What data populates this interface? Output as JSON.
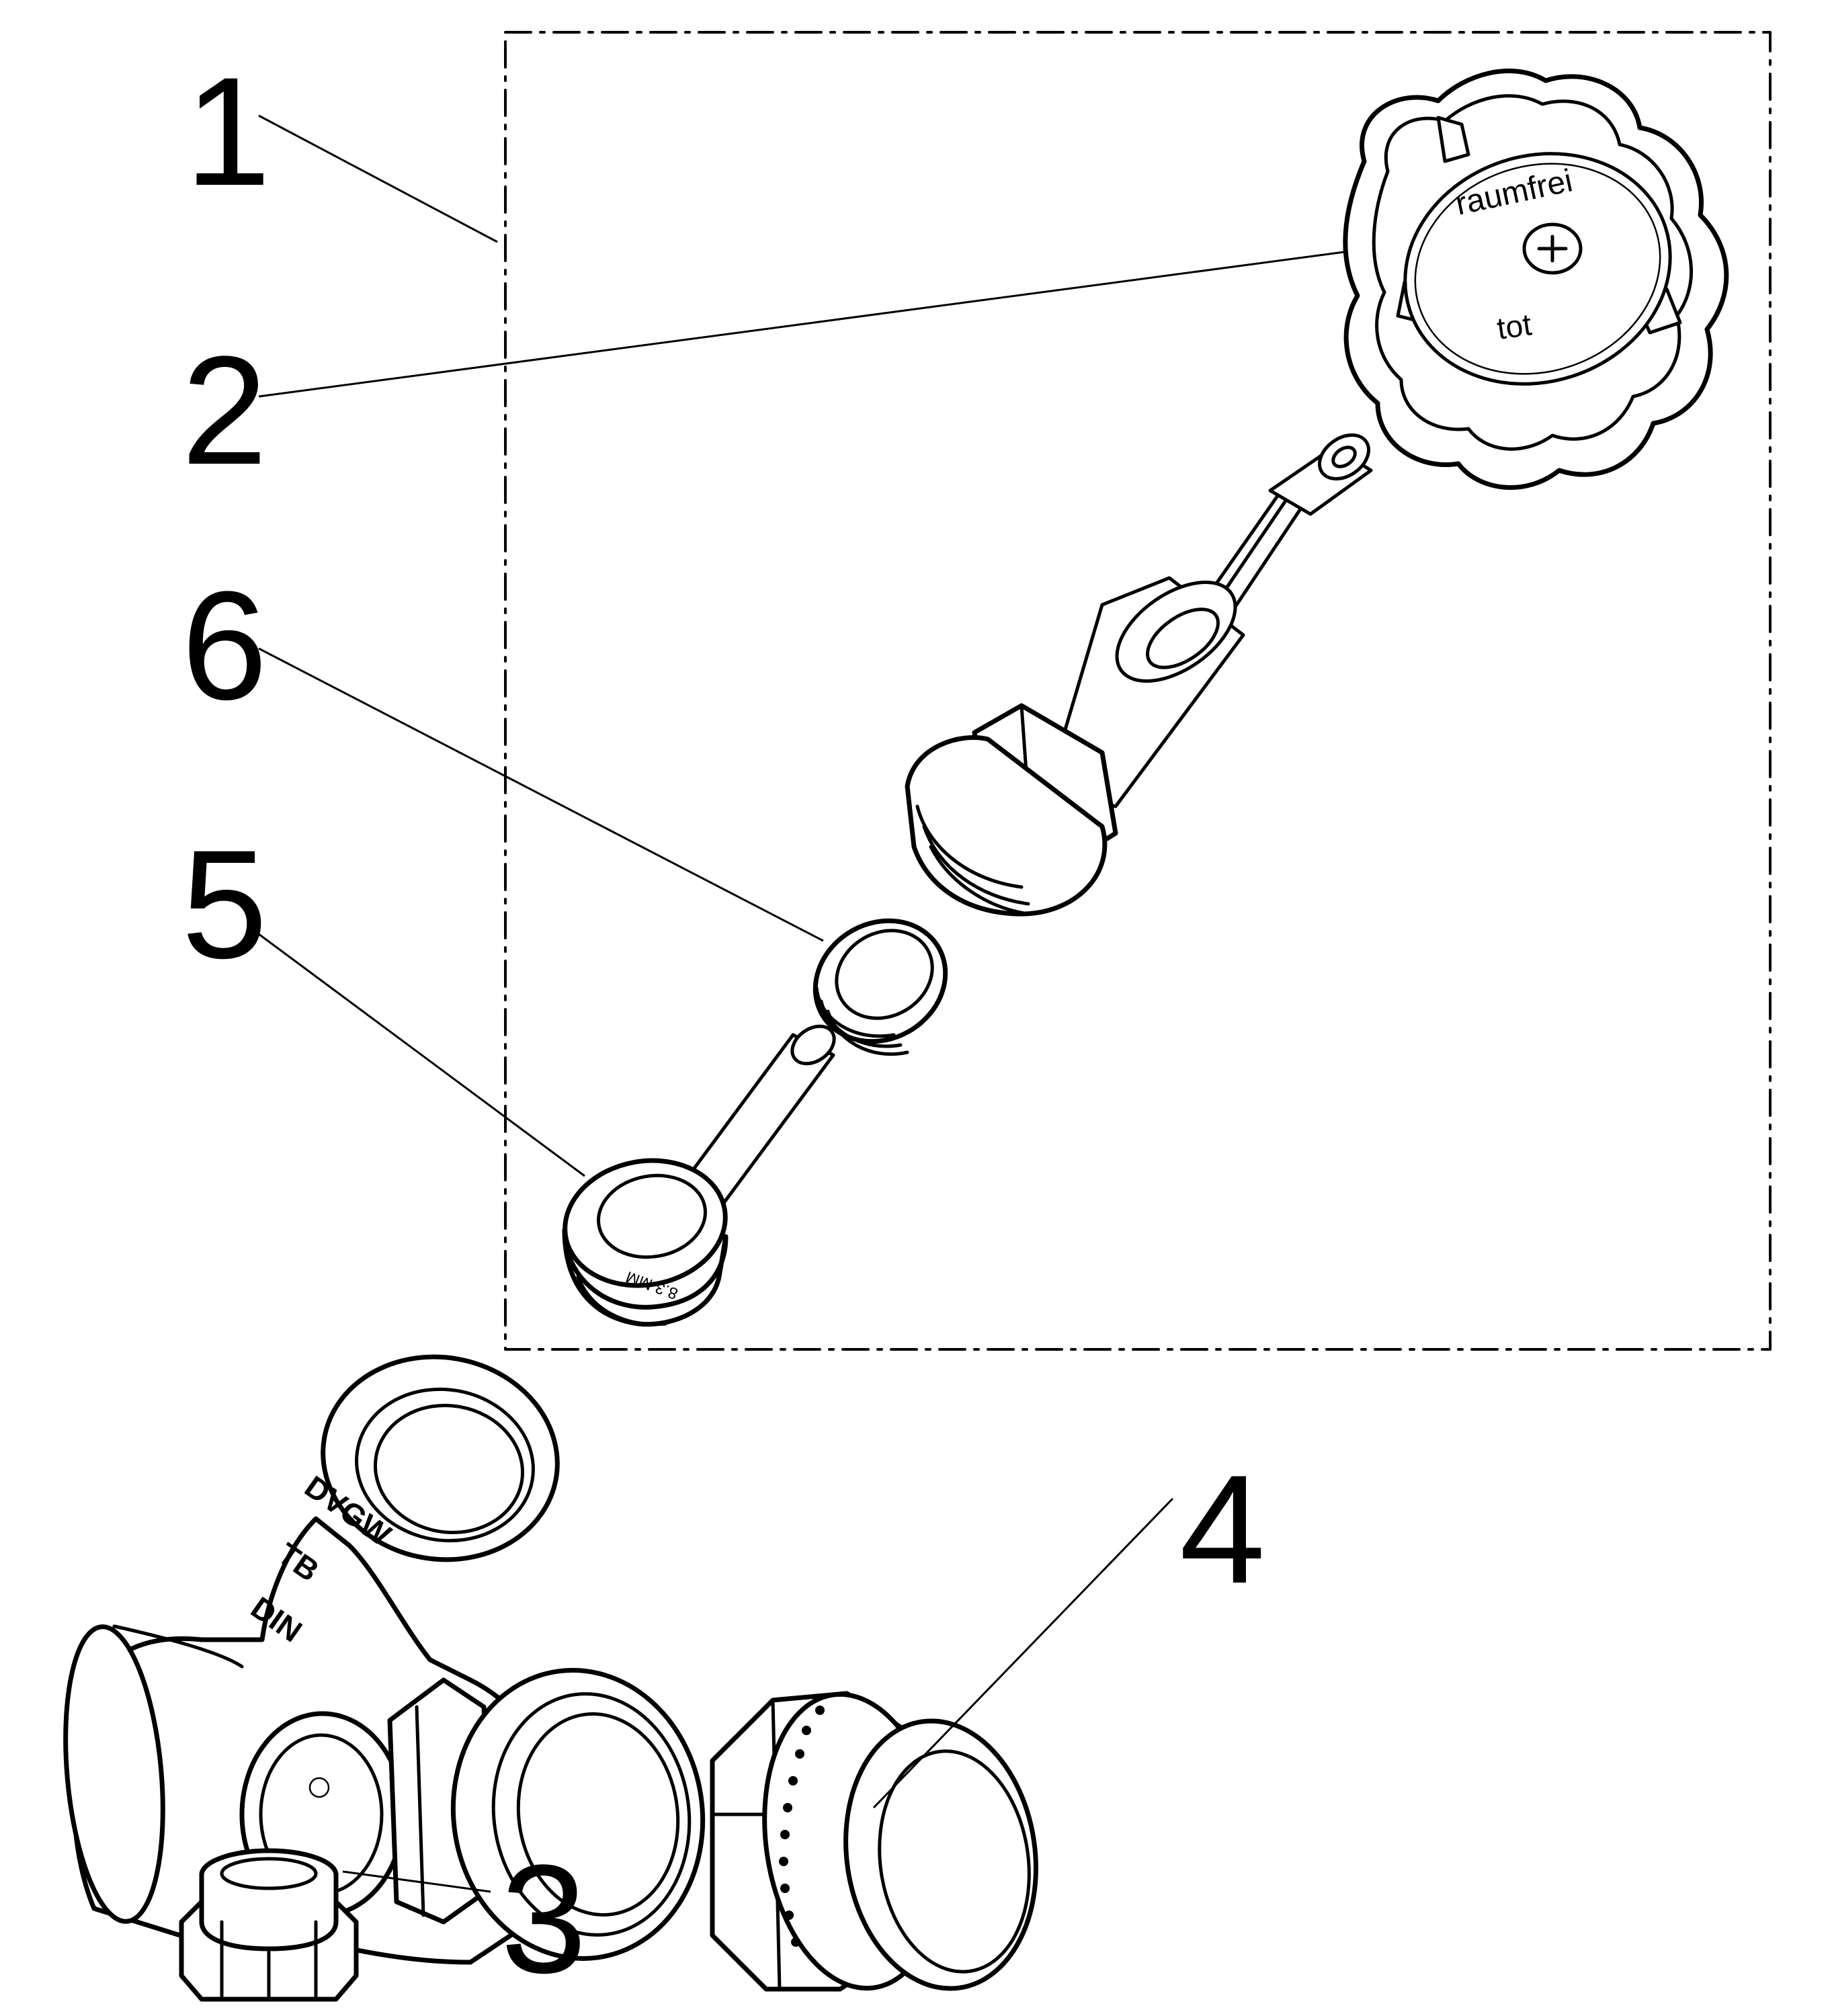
{
  "callouts": [
    {
      "id": "1",
      "label": "1"
    },
    {
      "id": "2",
      "label": "2"
    },
    {
      "id": "3",
      "label": "3"
    },
    {
      "id": "4",
      "label": "4"
    },
    {
      "id": "5",
      "label": "5"
    },
    {
      "id": "6",
      "label": "6"
    }
  ],
  "markings": {
    "handwheel_text": "raumfrei",
    "handwheel_text_lower": "tot",
    "body_text_1": "DVGW",
    "body_text_2": "TB",
    "body_text_3": "DIN",
    "stem_size": "8.3 MM"
  }
}
